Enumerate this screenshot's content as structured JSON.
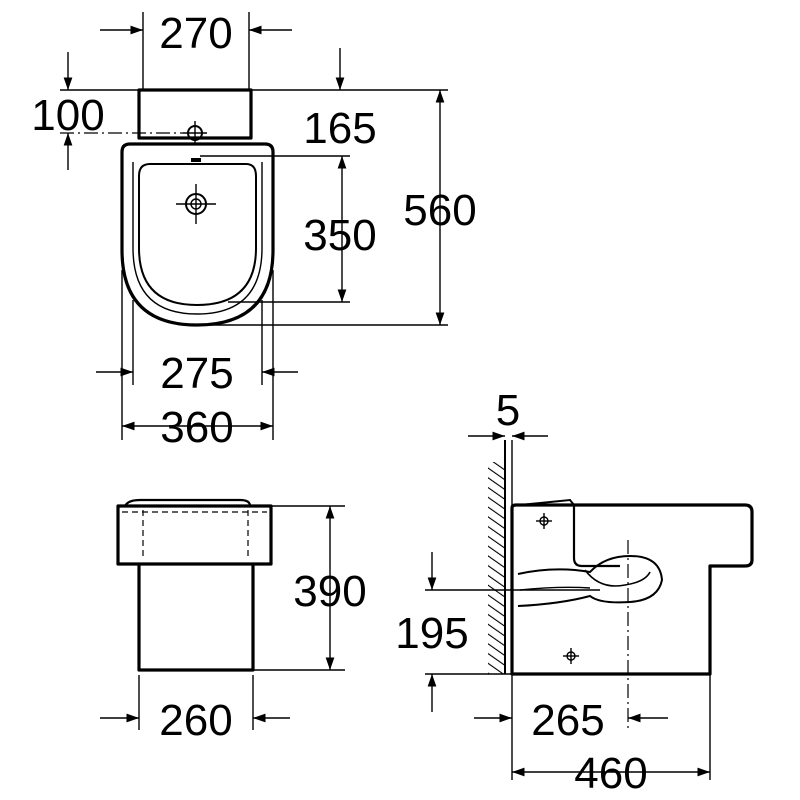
{
  "drawing": {
    "top_view": {
      "width_tank": "270",
      "offset_hole": "100",
      "tank_to_bowl": "165",
      "bowl_length": "350",
      "total_length": "560",
      "inner_width": "275",
      "outer_width": "360"
    },
    "front_view": {
      "height": "390",
      "base_width": "260"
    },
    "side_view": {
      "wall_gap": "5",
      "outlet_height": "195",
      "outlet_distance": "265",
      "total_depth": "460"
    }
  }
}
